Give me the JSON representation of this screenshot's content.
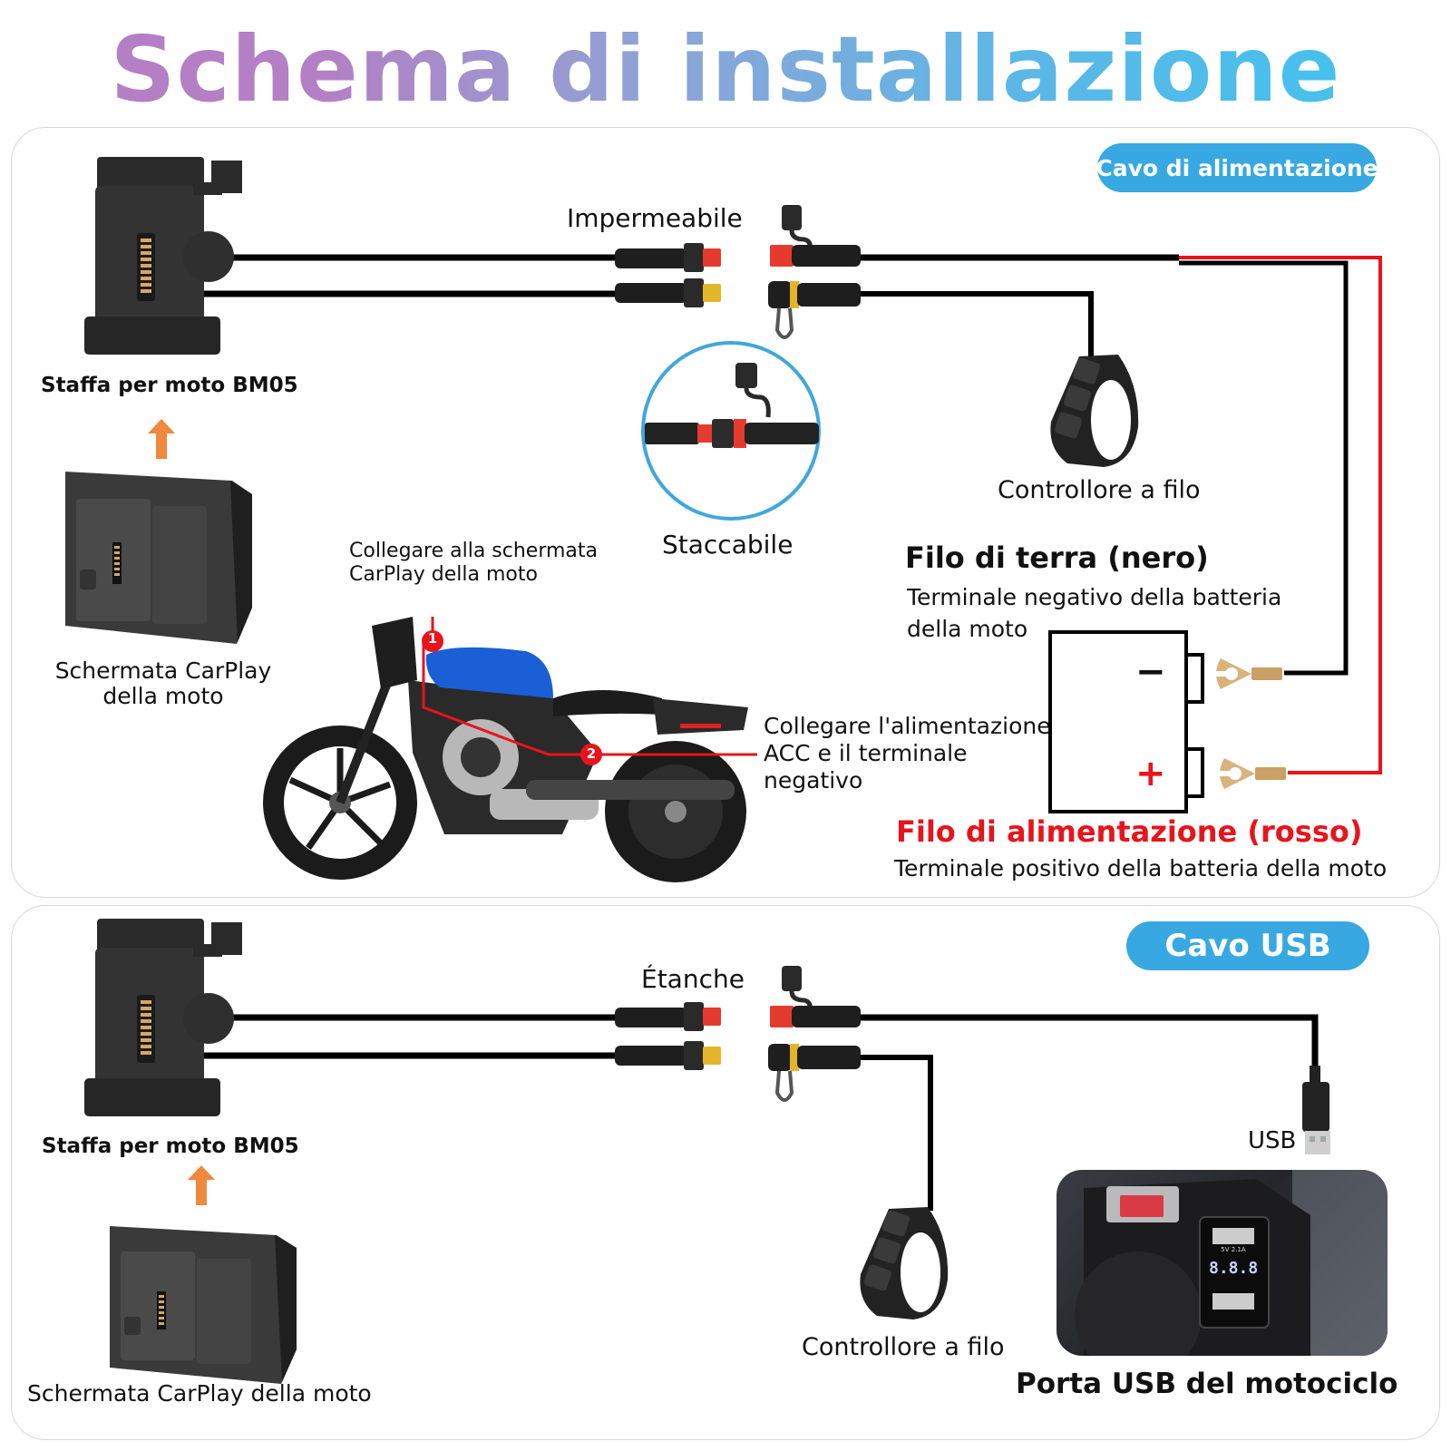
{
  "title": "Schema di installazione",
  "colors": {
    "title_gradient_start": "#b47fc4",
    "title_gradient_end": "#3fc3ef",
    "pill_blue": "#37a8e2",
    "wire_black": "#000000",
    "wire_red": "#e8141b",
    "arrow_orange": "#f0883e",
    "connector_red": "#e53a2e",
    "connector_yellow": "#e3b62a",
    "callout_circle": "#3fa7dc",
    "power_label_red": "#e8141b"
  },
  "panel_power": {
    "badge": "Cavo di alimentazione",
    "bracket_label": "Staffa per moto BM05",
    "screen_label_line1": "Schermata CarPlay",
    "screen_label_line2": "della moto",
    "waterproof_label": "Impermeabile",
    "detachable_label": "Staccabile",
    "controller_label": "Controllore a filo",
    "connect_screen_line1": "Collegare alla schermata",
    "connect_screen_line2": "CarPlay della moto",
    "connect_power_line1": "Collegare l'alimentazione",
    "connect_power_line2": "ACC e il terminale",
    "connect_power_line3": "negativo",
    "marker_1": "1",
    "marker_2": "2",
    "ground_title": "Filo di terra (nero)",
    "ground_desc_line1": "Terminale negativo della batteria",
    "ground_desc_line2": "della moto",
    "battery_minus": "−",
    "battery_plus": "+",
    "power_title": "Filo di alimentazione (rosso)",
    "power_desc": "Terminale positivo della batteria della moto"
  },
  "panel_usb": {
    "badge": "Cavo USB",
    "bracket_label": "Staffa per moto BM05",
    "screen_label": "Schermata CarPlay della moto",
    "waterproof_label": "Étanche",
    "controller_label": "Controllore a filo",
    "usb_label": "USB",
    "usb_port_label": "Porta USB del motociclo",
    "usb_port_readout": "8.8.8",
    "usb_port_spec": "5V 2.1A"
  }
}
